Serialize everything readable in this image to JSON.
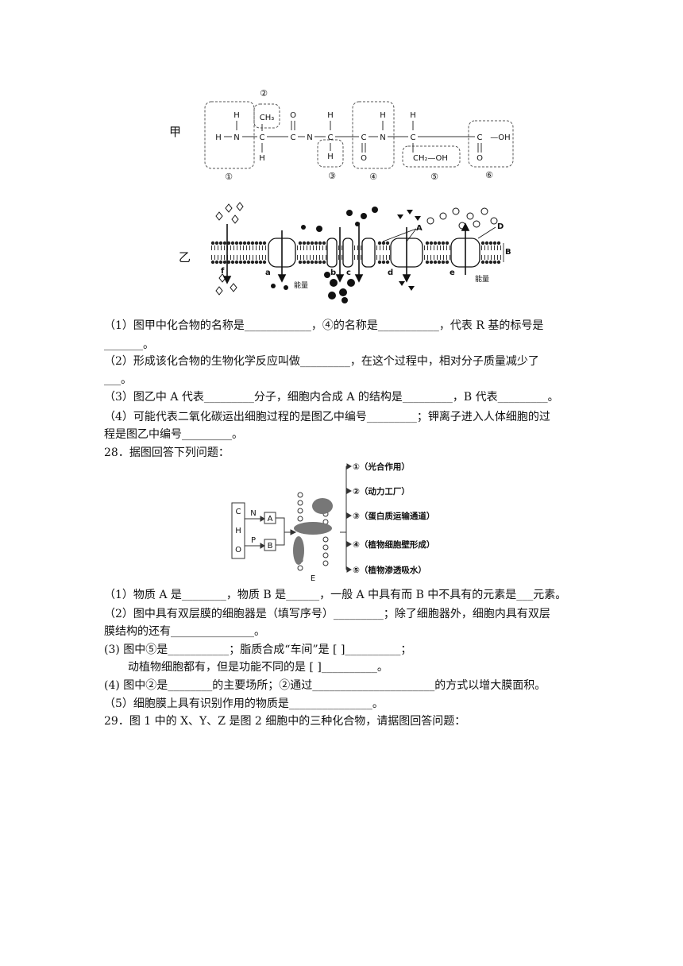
{
  "figure_jia": {
    "label": "甲",
    "circled": [
      "①",
      "②",
      "③",
      "④",
      "⑤",
      "⑥"
    ],
    "atoms": {
      "H": "H",
      "N": "N",
      "C": "C",
      "O": "O",
      "CH3": "CH₃",
      "OH": "—OH",
      "CH2OH": "CH₂—OH"
    }
  },
  "figure_yi": {
    "label": "乙",
    "letters": [
      "A",
      "B",
      "D",
      "a",
      "b",
      "c",
      "d",
      "e",
      "f"
    ],
    "energy": "能量"
  },
  "q27": {
    "lines": [
      "（1）图甲中化合物的名称是____________，④的名称是___________，代表 R 基的标号是",
      "_______。",
      "（2）形成该化合物的生物化学反应叫做_________，在这个过程中，相对分子质量减少了",
      "___。",
      "（3）图乙中 A 代表_________分子，细胞内合成 A 的结构是_________，B 代表_________。",
      "（4）可能代表二氧化碳运出细胞过程的是图乙中编号_________；钾离子进入人体细胞的过",
      "程是图乙中编号_________。"
    ]
  },
  "q28": {
    "title": "28．据图回答下列问题：",
    "diagram": {
      "elements": [
        "C",
        "H",
        "O"
      ],
      "n_label": "N",
      "p_label": "P",
      "box_a": "A",
      "box_b": "B",
      "e_label": "E",
      "items": [
        "①（光合作用）",
        "②（动力工厂）",
        "③（蛋白质运输通道）",
        "④（植物细胞壁形成）",
        "⑤（植物渗透吸水）"
      ]
    },
    "lines": [
      "（1）物质 A 是________，物质 B 是______，一般 A 中具有而 B 中不具有的元素是___元素。",
      "（2）图中具有双层膜的细胞器是（填写序号）_________；除了细胞器外，细胞内具有双层",
      "膜结构的还有_______________。",
      "(3) 图中⑤是___________；脂质合成“车间”是 [   ]__________；",
      "动植物细胞都有，但是功能不同的是 [   ]__________。",
      "(4) 图中②是________的主要场所；②通过______________________的方式以增大膜面积。",
      "（5）细胞膜上具有识别作用的物质是_______________。"
    ]
  },
  "q29": {
    "title": "29．图 1 中的 X、Y、Z 是图 2 细胞中的三种化合物，请据图回答问题："
  }
}
